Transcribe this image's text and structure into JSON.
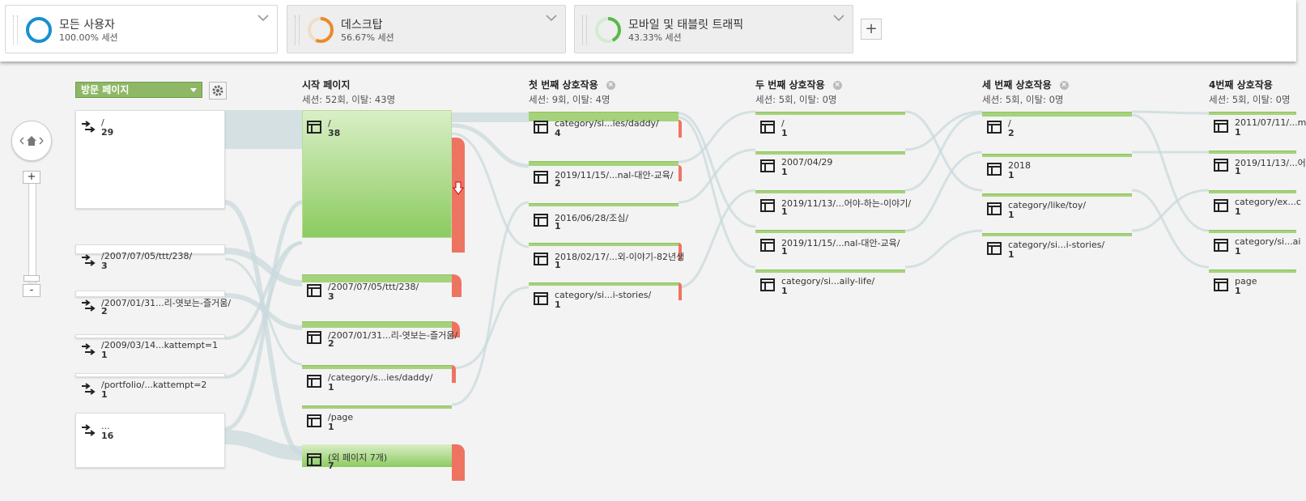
{
  "segments": [
    {
      "title": "모든 사용자",
      "subtitle": "100.00% 세션",
      "ring_color": "#1a8fcf",
      "fraction": 1.0
    },
    {
      "title": "데스크탑",
      "subtitle": "56.67% 세션",
      "ring_color": "#ea8a2a",
      "fraction": 0.5667
    },
    {
      "title": "모바일 및 태블릿 트래픽",
      "subtitle": "43.33% 세션",
      "ring_color": "#58b947",
      "fraction": 0.4333
    }
  ],
  "add_segment_label": "+",
  "dimension_dropdown": "방문 페이지",
  "columns": [
    {
      "title": "시작 페이지",
      "stats": "세션: 52회, 이탈: 43명"
    },
    {
      "title": "첫 번째 상호작용",
      "stats": "세션: 9회, 이탈: 4명",
      "close": "×"
    },
    {
      "title": "두 번째 상호작용",
      "stats": "세션: 5회, 이탈: 0명",
      "close": "×"
    },
    {
      "title": "세 번째 상호작용",
      "stats": "세션: 5회, 이탈: 0명",
      "close": "×"
    },
    {
      "title": "4번째 상호작용",
      "stats": "세션: 5회, 이탈: 0명"
    }
  ],
  "zoom": {
    "plus": "+",
    "minus": "-"
  },
  "landing_pages": [
    {
      "label": "/",
      "count": "29"
    },
    {
      "label": "/2007/07/05/ttt/238/",
      "count": "3"
    },
    {
      "label": "/2007/01/31...리-엿보는-즐거움/",
      "count": "2"
    },
    {
      "label": "/2009/03/14...kattempt=1",
      "count": "1"
    },
    {
      "label": "/portfolio/...kattempt=2",
      "count": "1"
    },
    {
      "label": "...",
      "count": "16"
    }
  ],
  "start_pages": [
    {
      "label": "/",
      "count": "38"
    },
    {
      "label": "/2007/07/05/ttt/238/",
      "count": "3"
    },
    {
      "label": "/2007/01/31...리-엿보는-즐거움/",
      "count": "2"
    },
    {
      "label": "/category/s...ies/daddy/",
      "count": "1"
    },
    {
      "label": "/page",
      "count": "1"
    },
    {
      "label": "(외 페이지 7개)",
      "count": "7"
    }
  ],
  "first_interaction": [
    {
      "label": "category/si...ies/daddy/",
      "count": "4"
    },
    {
      "label": "2019/11/15/...nal-대안-교육/",
      "count": "2"
    },
    {
      "label": "2016/06/28/조심/",
      "count": "1"
    },
    {
      "label": "2018/02/17/...외-이야기-82년생",
      "count": "1"
    },
    {
      "label": "category/si...i-stories/",
      "count": "1"
    }
  ],
  "second_interaction": [
    {
      "label": "/",
      "count": "1"
    },
    {
      "label": "2007/04/29",
      "count": "1"
    },
    {
      "label": "2019/11/13/...어야-하는-이야기/",
      "count": "1"
    },
    {
      "label": "2019/11/15/...nal-대안-교육/",
      "count": "1"
    },
    {
      "label": "category/si...aily-life/",
      "count": "1"
    }
  ],
  "third_interaction": [
    {
      "label": "/",
      "count": "2"
    },
    {
      "label": "2018",
      "count": "1"
    },
    {
      "label": "category/like/toy/",
      "count": "1"
    },
    {
      "label": "category/si...i-stories/",
      "count": "1"
    }
  ],
  "fourth_interaction": [
    {
      "label": "2011/07/11/...m",
      "count": "1"
    },
    {
      "label": "2019/11/13/...어",
      "count": "1"
    },
    {
      "label": "category/ex...c",
      "count": "1"
    },
    {
      "label": "category/si...ai",
      "count": "1"
    },
    {
      "label": "page",
      "count": "1"
    }
  ],
  "colors": {
    "node_green": "#8ccb60",
    "dropoff_red": "#ee7462",
    "flow": "#c9d9dc"
  }
}
